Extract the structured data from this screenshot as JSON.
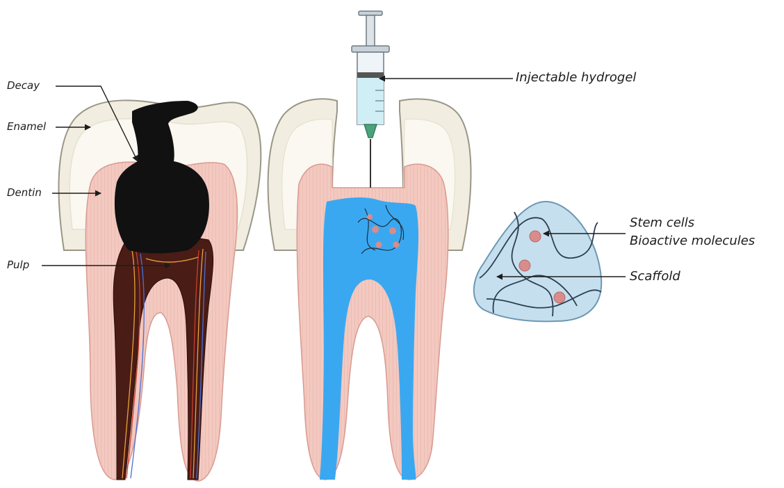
{
  "labels": {
    "decay": "Decay",
    "enamel": "Enamel",
    "dentin": "Dentin",
    "pulp": "Pulp",
    "injectable_hydrogel": "Injectable hydrogel",
    "stem_cells": "Stem cells",
    "bioactive_molecules": "Bioactive molecules",
    "scaffold": "Scaffold"
  },
  "colors": {
    "enamel": "#f1ede0",
    "dentin": "#f3c9c0",
    "decay": "#111111",
    "pulp": "#4a1c16",
    "hydrogel": "#3aa8f0",
    "scaffold": "#c6dfee",
    "cells": "#d98c8c"
  }
}
